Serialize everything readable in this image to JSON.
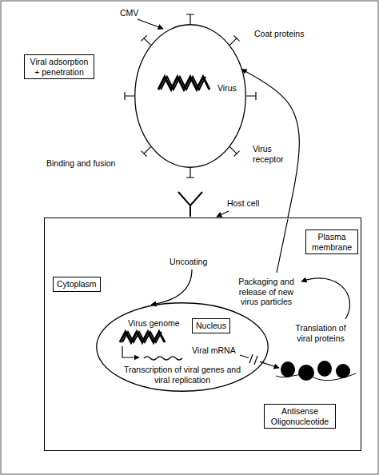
{
  "diagram": {
    "nodes": [
      {
        "text": [
          "Virus"
        ]
      },
      {
        "text": [
          "Viral adsorption + penetration"
        ]
      },
      {
        "text": [
          "Host cell"
        ]
      },
      {
        "text": [
          "Plasma membrane"
        ],
        "in": 2
      },
      {
        "text": [
          "Cytoplasm"
        ],
        "in": 2
      },
      {
        "text": [
          "Virus genome",
          "Viral mRNA",
          "Transcription of viral genes and viral replication"
        ],
        "in": 2
      },
      {
        "text": [
          "Nucleus"
        ],
        "in": 5
      },
      {
        "text": [
          "Antisense Oligonucleotide"
        ],
        "in": 2
      }
    ],
    "edges": [
      {
        "from": 2,
        "to": 0,
        "arrow": "to"
      }
    ],
    "labels": [
      "CMV",
      "Coat proteins",
      "Binding and fusion",
      "Virus receptor",
      "Uncoating",
      "Packaging and release of new virus particles",
      "Translation of viral proteins"
    ]
  }
}
